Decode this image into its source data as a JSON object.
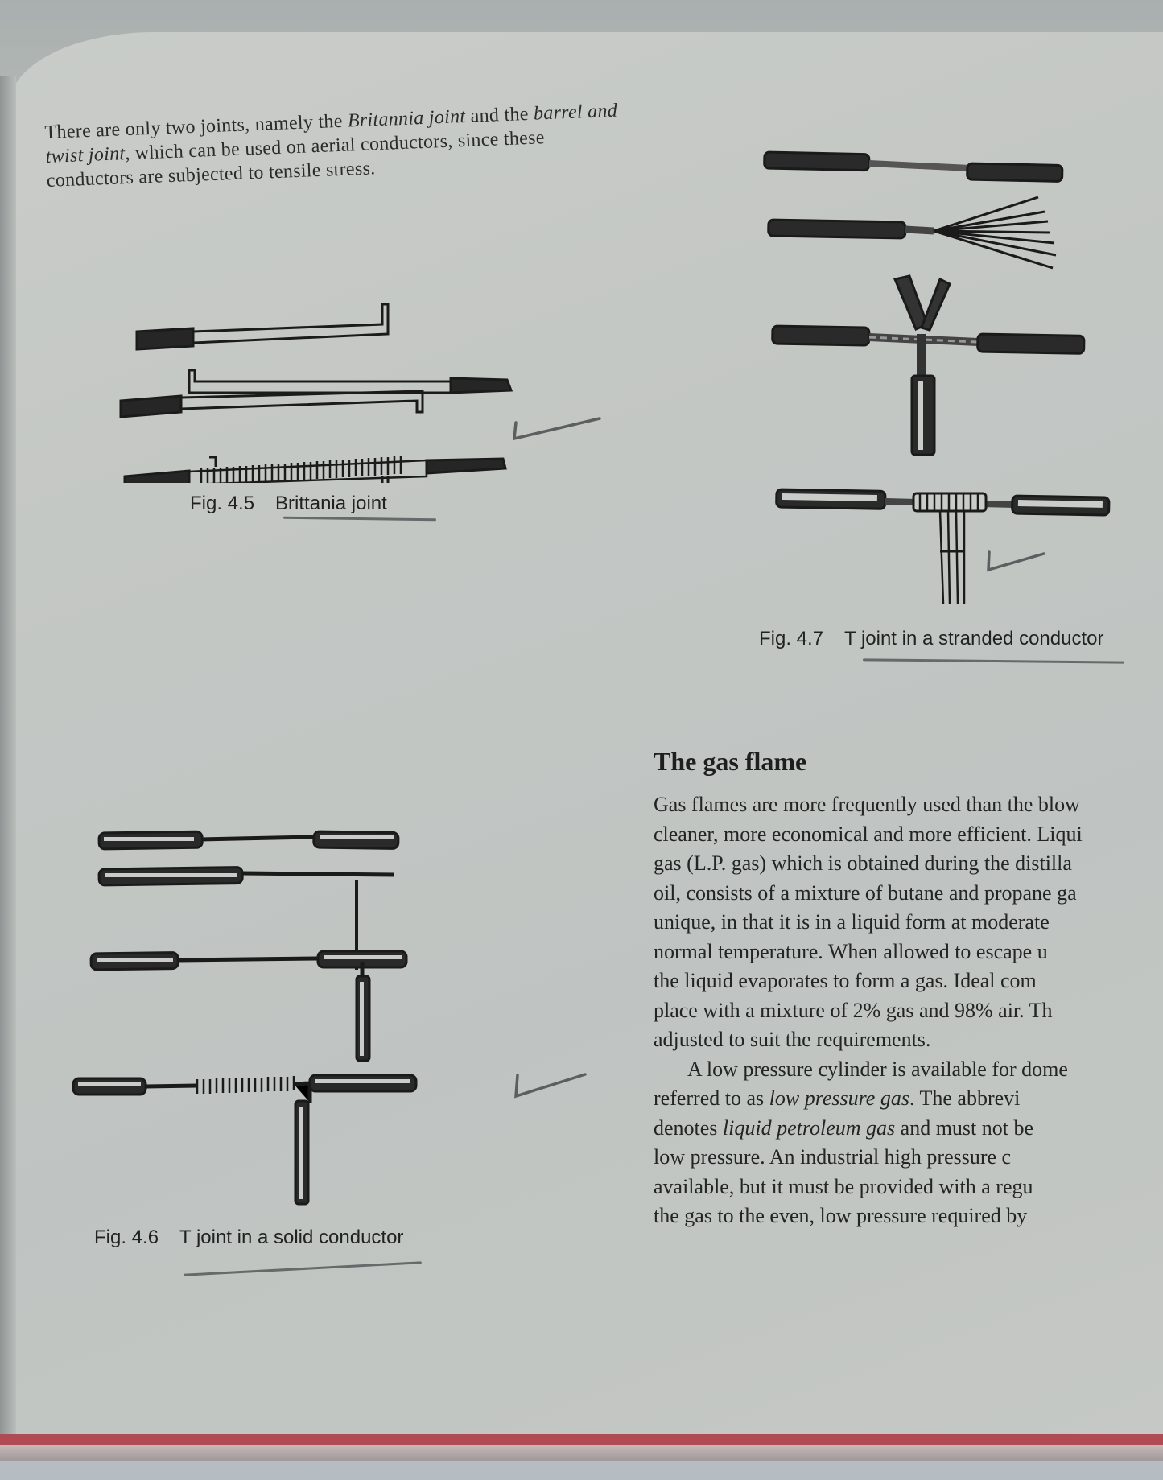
{
  "page": {
    "intro_paragraph": {
      "part1": "There are only two joints, namely the ",
      "italic1": "Britannia joint",
      "part2": " and the ",
      "italic2": "barrel and twist joint",
      "part3": ", which can be used on aerial conductors, since these conductors are subjected to tensile stress."
    },
    "figures": [
      {
        "number": "Fig. 4.5",
        "title": "Brittania joint"
      },
      {
        "number": "Fig. 4.7",
        "title": "T joint in a stranded conductor"
      },
      {
        "number": "Fig. 4.6",
        "title": "T joint in a solid conductor"
      }
    ],
    "section": {
      "heading": "The gas flame",
      "lines": [
        "Gas flames are more frequently used than the blow",
        "cleaner, more economical and more efficient. Liqui",
        "gas (L.P. gas) which is obtained during the distilla",
        "oil, consists of a mixture of butane and propane ga",
        "unique, in that it is in a liquid form at moderate",
        "normal temperature. When allowed to escape u",
        "the liquid evaporates to form a gas. Ideal com",
        "place with a mixture of 2% gas and 98% air. Th",
        "adjusted to suit the requirements."
      ],
      "para2": {
        "l1": "A low pressure cylinder is available for dome",
        "l2a": "referred to as ",
        "l2i": "low pressure gas",
        "l2b": ". The abbrevi",
        "l3a": "denotes ",
        "l3i": "liquid petroleum gas",
        "l3b": " and must not be",
        "l4": "low pressure. An industrial high pressure c",
        "l5": "available, but it must be provided with a regu",
        "l6": "the gas to the even, low pressure required by"
      }
    },
    "colors": {
      "page": "#c5c8c4",
      "ink": "#222524",
      "cover": "#b04a53",
      "pencil": "#55595a"
    }
  }
}
